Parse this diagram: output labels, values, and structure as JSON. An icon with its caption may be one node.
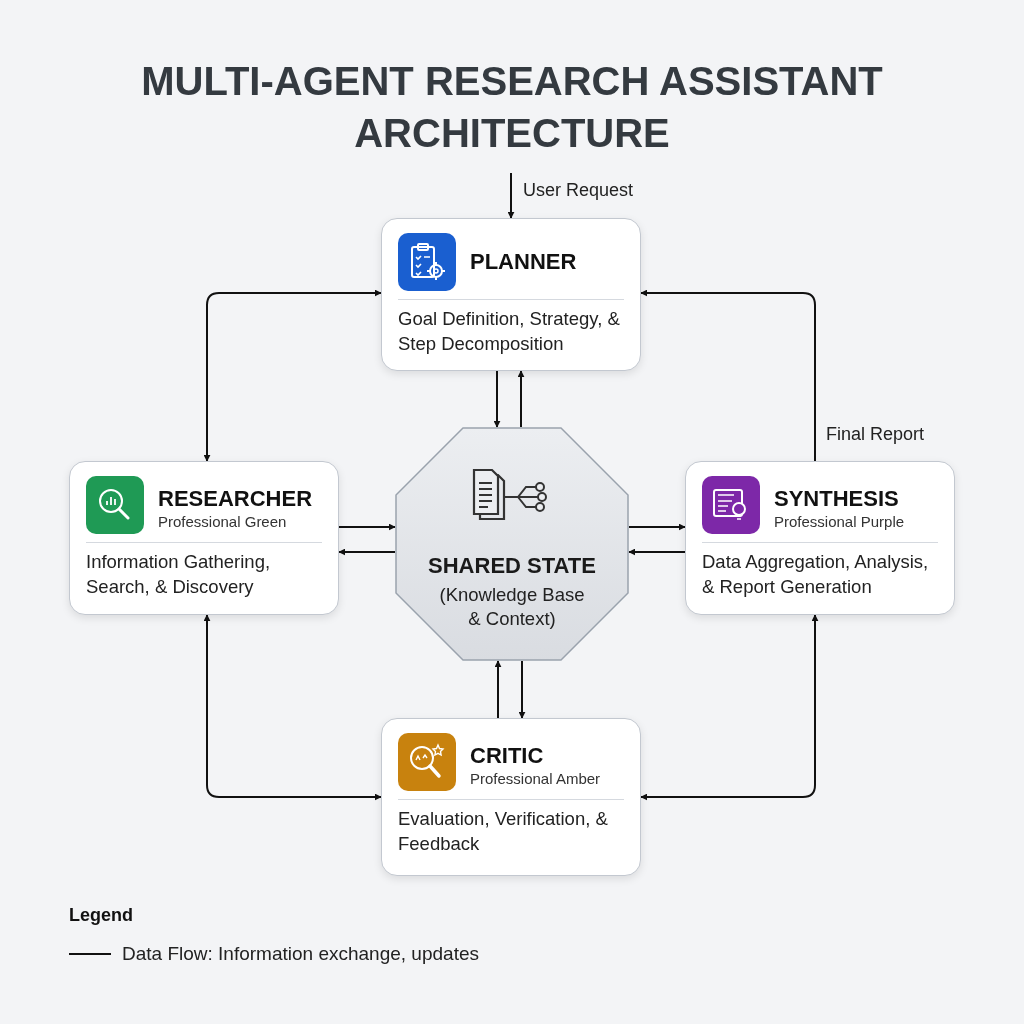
{
  "diagram": {
    "title": "MULTI-AGENT RESEARCH ASSISTANT ARCHITECTURE",
    "nodes": [
      {
        "text": [
          "PLANNER",
          "Goal Definition, Strategy, & Step Decomposition"
        ]
      },
      {
        "text": [
          "RESEARCHER",
          "Professional Green",
          "Information Gathering, Search, & Discovery"
        ]
      },
      {
        "text": [
          "SHARED STATE",
          "(Knowledge Base & Context)"
        ]
      },
      {
        "text": [
          "SYNTHESIS",
          "Professional Purple",
          "Data Aggregation, Analysis, & Report Generation"
        ]
      },
      {
        "text": [
          "CRITIC",
          "Professional Amber",
          "Evaluation, Verification, & Feedback"
        ]
      }
    ],
    "edges": [
      {
        "from": null,
        "to": 0,
        "arrow": "to",
        "label": "User Request"
      },
      {
        "from": 0,
        "to": 1,
        "arrow": "both"
      },
      {
        "from": 3,
        "to": 0,
        "arrow": "to",
        "label": "Final Report"
      },
      {
        "from": 0,
        "to": 2,
        "arrow": "to"
      },
      {
        "from": 2,
        "to": 0,
        "arrow": "to"
      },
      {
        "from": 1,
        "to": 2,
        "arrow": "to"
      },
      {
        "from": 2,
        "to": 1,
        "arrow": "to"
      },
      {
        "from": 2,
        "to": 3,
        "arrow": "to"
      },
      {
        "from": 3,
        "to": 2,
        "arrow": "to"
      },
      {
        "from": 4,
        "to": 2,
        "arrow": "to"
      },
      {
        "from": 2,
        "to": 4,
        "arrow": "to"
      },
      {
        "from": 1,
        "to": 4,
        "arrow": "both"
      },
      {
        "from": 3,
        "to": 4,
        "arrow": "both"
      }
    ],
    "labels": [
      "Legend"
    ],
    "legend": [
      {
        "text": "Data Flow: Information exchange, updates"
      }
    ]
  }
}
